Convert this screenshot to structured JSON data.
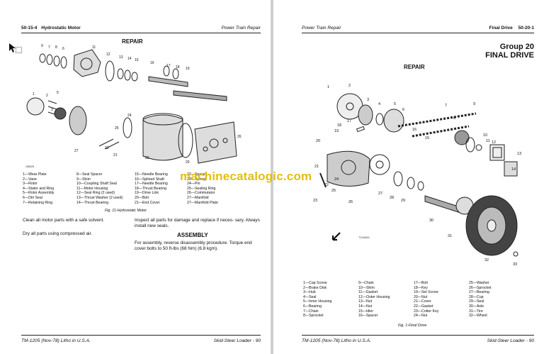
{
  "left": {
    "header_left": "50-15-4",
    "header_section": "Hydrostatic Motor",
    "header_right": "Power Train Repair",
    "repair_title": "REPAIR",
    "legend_cols": [
      [
        "1—Wear Plate",
        "2—Vane",
        "3—Rotor",
        "4—Stator and Ring",
        "5—Rotor Assembly",
        "6—Dirt Seal",
        "7—Retaining Ring"
      ],
      [
        "8—Seal Spacer",
        "9—Shim",
        "10—Coupling Shaft Seal",
        "11—Motor Housing",
        "12—Seal Ring (2 used)",
        "13—Thrust Washer (2 used)",
        "14—Thrust Bearing"
      ],
      [
        "15—Needle Bearing",
        "16—Splined Shaft",
        "17—Needle Bearing",
        "18—Thrust Bearing",
        "19—Drive Link",
        "20—Bolt",
        "21—End Cover"
      ],
      [
        "22—Spacer",
        "23—Spring",
        "24—Pin",
        "25—Sealing Ring",
        "26—Commutator",
        "27—Manifold",
        "27—Manifold Plate"
      ]
    ],
    "figure_caption": "Fig. 11-Hydrostatic Motor",
    "para1": "Clean all motor parts with a safe solvent.",
    "para2": "Dry all parts using compressed air.",
    "para3": "Inspect all parts for damage and replace if neces- sary. Always install new seals.",
    "assembly_title": "ASSEMBLY",
    "assembly_text": "For assembly, reverse disassembly procedure. Torque end cover bolts to 50 ft-lbs (68 Nm) (6.8 kgm).",
    "footer_left": "TM-1205 (Nov-78) Litho in U.S.A.",
    "footer_right": "Skid-Steer Loader - 90",
    "image_code": "G8825"
  },
  "right": {
    "header_left": "Power Train Repair",
    "header_section": "Final Drive",
    "header_right": "50-20-1",
    "group_line1": "Group 20",
    "group_line2": "FINAL DRIVE",
    "repair_title": "REPAIR",
    "legend_cols": [
      [
        "1—Cap Screw",
        "2—Brake Disk",
        "3—Hub",
        "4—Seal",
        "5—Inner Housing",
        "6—Bearing",
        "7—Chain",
        "8—Sprocket"
      ],
      [
        "9—Chain",
        "10—Shim",
        "11—Gasket",
        "12—Outer Housing",
        "13—Nut",
        "14—Nut",
        "15—Idler",
        "16—Spacer"
      ],
      [
        "17—Bolt",
        "18—Key",
        "19—Set Screw",
        "20—Nut",
        "21—Cover",
        "22—Gasket",
        "23—Cotter Key",
        "24—Nut"
      ],
      [
        "25—Washer",
        "26—Sprocket",
        "27—Bearing",
        "28—Cup",
        "29—Seal",
        "30—Axle",
        "31—Tire",
        "32—Wheel"
      ]
    ],
    "figure_caption": "Fig. 1-Final Drive",
    "footer_left": "TM-1205 (Nov-78) Litho in U.S.A.",
    "footer_right": "Skid-Steer Loader - 90",
    "image_code": "T11840X"
  },
  "watermark": "machinecatalogic.com",
  "colors": {
    "watermark": "#e0b800"
  }
}
